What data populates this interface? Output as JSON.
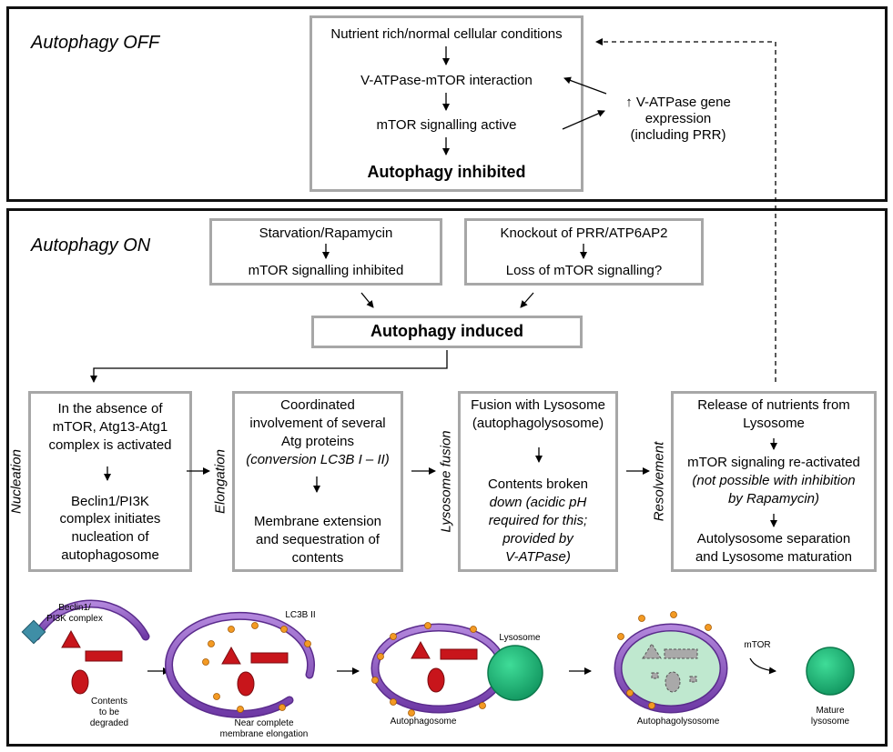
{
  "off": {
    "label": "Autophagy OFF",
    "step1": "Nutrient rich/normal cellular conditions",
    "step2": "V-ATPase-mTOR interaction",
    "step3": "mTOR signalling active",
    "step4": "Autophagy inhibited",
    "side": [
      "↑ V-ATPase gene",
      "expression",
      "(including PRR)"
    ]
  },
  "on": {
    "label": "Autophagy ON",
    "left_box": [
      "Starvation/Rapamycin",
      "mTOR signalling inhibited"
    ],
    "right_box": [
      "Knockout of PRR/ATP6AP2",
      "Loss of mTOR signalling?"
    ],
    "induced": "Autophagy induced"
  },
  "stages": {
    "nucleation": {
      "label": "Nucleation",
      "lines": [
        "In the absence of",
        "mTOR, Atg13-Atg1",
        "complex is activated",
        "Beclin1/PI3K",
        "complex initiates",
        "nucleation of",
        "autophagosome"
      ]
    },
    "elongation": {
      "label": "Elongation",
      "lines": [
        "Coordinated",
        "involvement of several",
        "Atg proteins",
        "(conversion LC3B I – II)",
        "Membrane extension",
        "and sequestration of",
        "contents"
      ]
    },
    "fusion": {
      "label": "Lysosome fusion",
      "lines": [
        "Fusion with Lysosome",
        "(autophagolysosome)",
        "Contents broken",
        "down (acidic pH",
        "required for this;",
        "provided by",
        "V-ATPase)"
      ]
    },
    "resolvement": {
      "label": "Resolvement",
      "lines": [
        "Release of nutrients from",
        "Lysosome",
        "mTOR signaling re-activated",
        "(not possible with inhibition",
        "by Rapamycin)",
        "Autolysosome separation",
        "and Lysosome maturation"
      ]
    }
  },
  "illustration": {
    "beclin": [
      "Beclin1/",
      "PI3K complex"
    ],
    "contents": [
      "Contents",
      "to be",
      "degraded"
    ],
    "lc3b": "LC3B II",
    "near": [
      "Near complete",
      "membrane elongation"
    ],
    "lysosome": "Lysosome",
    "autophagosome": "Autophagosome",
    "autophagolysosome": "Autophagolysosome",
    "mtor": "mTOR",
    "mature": [
      "Mature",
      "lysosome"
    ]
  },
  "colors": {
    "membrane": "#8a4fc1",
    "cargo": "#c8151b",
    "lysosome": "#1fb97a",
    "lc3b": "#f39a23",
    "beclin": "#3f8ea6",
    "box_border": "#a7a7a7"
  }
}
